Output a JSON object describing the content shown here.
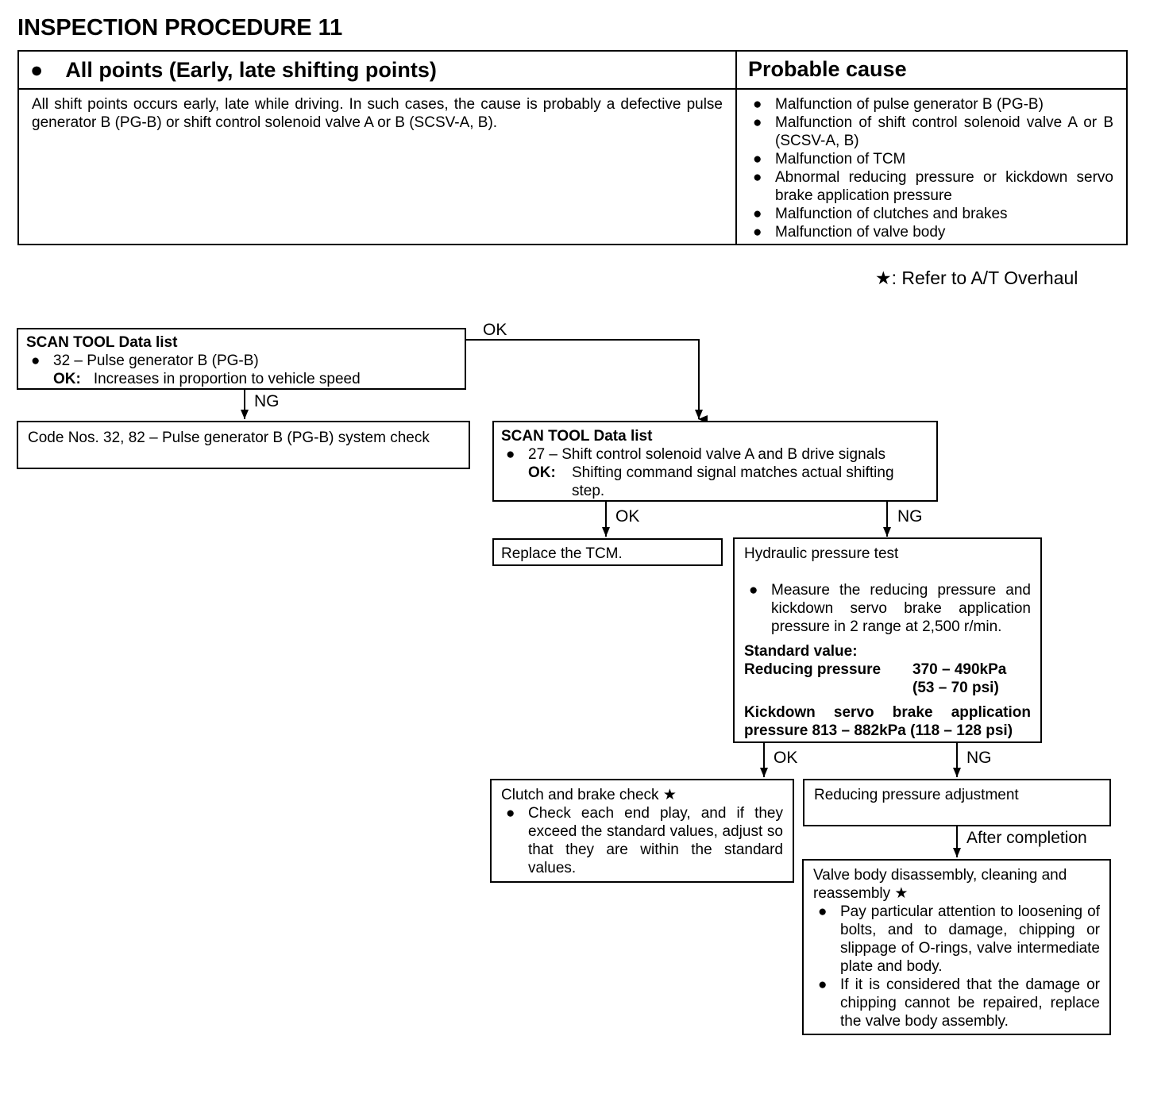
{
  "title": "INSPECTION PROCEDURE 11",
  "table": {
    "symptom_bullet": "●",
    "symptom_heading": "All points (Early, late shifting points)",
    "cause_heading": "Probable cause",
    "description": "All shift points occurs early, late while driving.  In such cases, the cause is probably a defective pulse generator B (PG-B) or shift control solenoid valve A or B (SCSV-A, B).",
    "causes": [
      "Malfunction of pulse generator B (PG-B)",
      "Malfunction of shift control solenoid valve A or B (SCSV-A, B)",
      "Malfunction of TCM",
      "Abnormal reducing pressure or kickdown servo brake application pressure",
      "Malfunction of clutches and brakes",
      "Malfunction of valve body"
    ]
  },
  "note": "★: Refer to A/T Overhaul",
  "flow": {
    "bullet": "●",
    "box1": {
      "title": "SCAN TOOL Data list",
      "item": "32 – Pulse generator B (PG-B)",
      "ok_label": "OK:",
      "ok_text": "Increases in proportion to vehicle speed"
    },
    "box2": {
      "text": "Code Nos. 32, 82 – Pulse generator B (PG-B) system check"
    },
    "box3": {
      "title": "SCAN TOOL Data list",
      "item": "27 – Shift control solenoid valve A and B drive signals",
      "ok_label": "OK:",
      "ok_text": "Shifting command signal matches actual shifting step."
    },
    "box4": {
      "text": "Replace the TCM."
    },
    "box5": {
      "title": "Hydraulic pressure test",
      "item": "Measure the reducing pressure and kickdown servo brake application pressure in 2 range at 2,500 r/min.",
      "std_label": "Standard value:",
      "reducing_label": "Reducing pressure",
      "reducing_value": "370 – 490kPa",
      "reducing_psi": "(53 – 70 psi)",
      "kickdown": "Kickdown servo brake application pressure 813 – 882kPa (118 – 128 psi)"
    },
    "box6": {
      "title": "Clutch and brake check ★",
      "item": "Check each end play, and if they exceed the standard values, adjust so that they are within the standard values."
    },
    "box7": {
      "text": "Reducing pressure adjustment"
    },
    "box8": {
      "title": "Valve body disassembly, cleaning and reassembly ★",
      "items": [
        "Pay particular attention to loosening of bolts, and to damage, chipping or slippage of O-rings, valve intermediate plate and body.",
        "If it is considered that the damage or chipping cannot be repaired, replace the valve body assembly."
      ]
    },
    "labels": {
      "ok1": "OK",
      "ng1": "NG",
      "ok2": "OK",
      "ng2": "NG",
      "ok3": "OK",
      "ng3": "NG",
      "after": "After completion"
    }
  }
}
